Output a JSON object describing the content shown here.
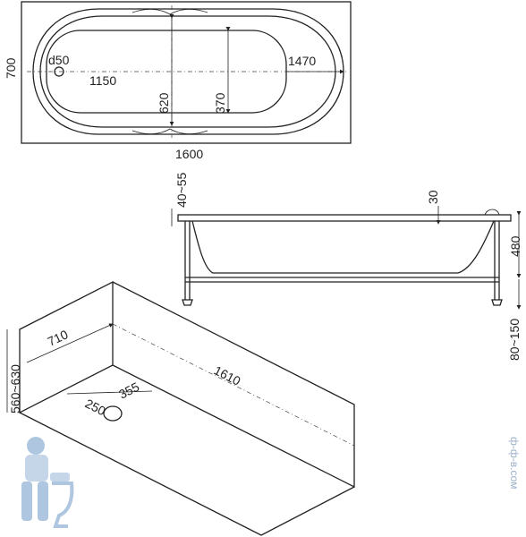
{
  "top_view": {
    "overall_width": "700",
    "overall_length": "1600",
    "inner_length": "1470",
    "bottom_length": "1150",
    "drain": "d50",
    "inner_width": "620",
    "bottom_width": "370"
  },
  "side_view": {
    "rim_height": "40~55",
    "rim_thickness": "30",
    "depth": "480",
    "leg_height": "80~150"
  },
  "install_view": {
    "width": "710",
    "height": "560~630",
    "length": "1610",
    "drain_offset_a": "250",
    "drain_offset_b": "355"
  },
  "watermark": "ф-ф-в.сом",
  "colors": {
    "line": "#222222",
    "mascot": "#9bb8d8"
  }
}
